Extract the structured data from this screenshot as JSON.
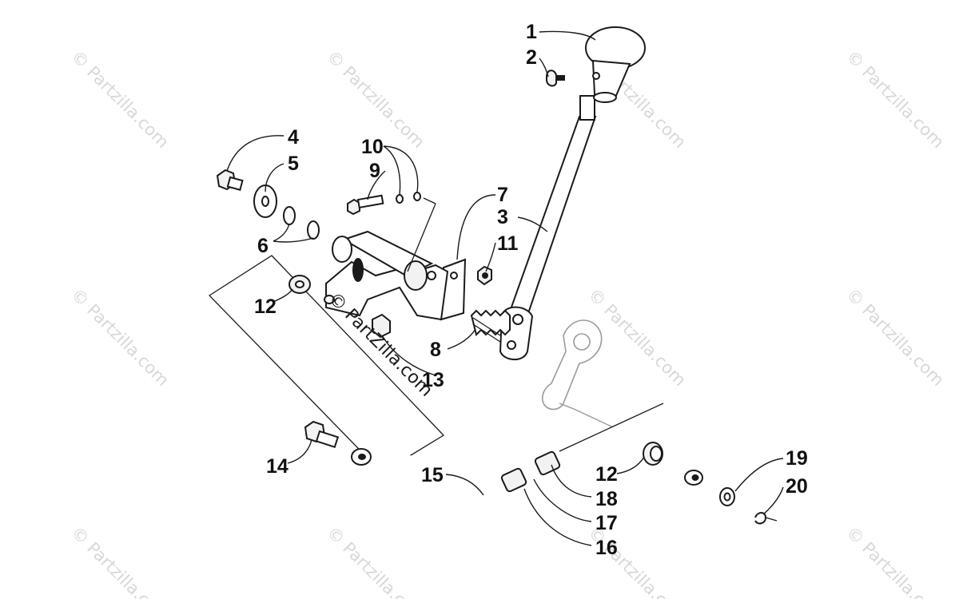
{
  "watermark": {
    "repeat": "© Partzilla.com",
    "center": "© PartZilla.com"
  },
  "callouts": [
    "1",
    "2",
    "3",
    "4",
    "5",
    "6",
    "7",
    "8",
    "9",
    "10",
    "11",
    "12",
    "12",
    "13",
    "14",
    "15",
    "16",
    "17",
    "18",
    "19",
    "20"
  ]
}
